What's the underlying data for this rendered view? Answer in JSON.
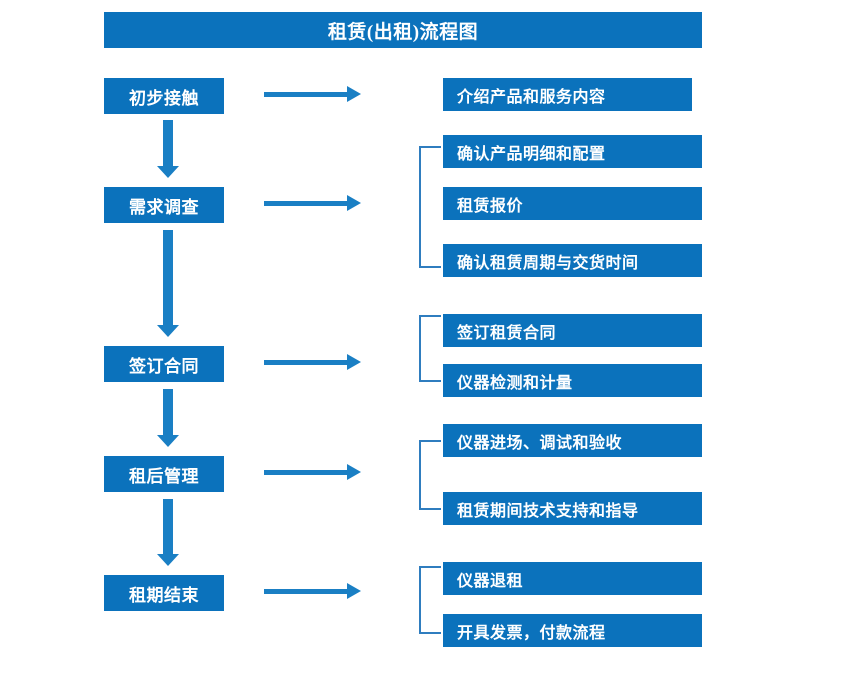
{
  "header": {
    "title": "租赁(出租)流程图"
  },
  "colors": {
    "box_blue": "#0b72bc",
    "arrow_blue": "#1a7fc4",
    "bracket_blue": "#2f7dbf",
    "text_white": "#ffffff",
    "background": "#ffffff"
  },
  "chart_data": {
    "type": "diagram",
    "title": "租赁(出租)流程图",
    "stages": [
      {
        "label": "初步接触",
        "details": [
          "介绍产品和服务内容"
        ]
      },
      {
        "label": "需求调查",
        "details": [
          "确认产品明细和配置",
          "租赁报价",
          "确认租赁周期与交货时间"
        ]
      },
      {
        "label": "签订合同",
        "details": [
          "签订租赁合同",
          "仪器检测和计量"
        ]
      },
      {
        "label": "租后管理",
        "details": [
          "仪器进场、调试和验收",
          "租赁期间技术支持和指导"
        ]
      },
      {
        "label": "租期结束",
        "details": [
          "仪器退租",
          "开具发票，付款流程"
        ]
      }
    ]
  },
  "stages": {
    "s0": {
      "label": "初步接触"
    },
    "s1": {
      "label": "需求调查"
    },
    "s2": {
      "label": "签订合同"
    },
    "s3": {
      "label": "租后管理"
    },
    "s4": {
      "label": "租期结束"
    }
  },
  "details": {
    "d0": {
      "label": "介绍产品和服务内容"
    },
    "d1": {
      "label": "确认产品明细和配置"
    },
    "d2": {
      "label": "租赁报价"
    },
    "d3": {
      "label": "确认租赁周期与交货时间"
    },
    "d4": {
      "label": "签订租赁合同"
    },
    "d5": {
      "label": "仪器检测和计量"
    },
    "d6": {
      "label": "仪器进场、调试和验收"
    },
    "d7": {
      "label": "租赁期间技术支持和指导"
    },
    "d8": {
      "label": "仪器退租"
    },
    "d9": {
      "label": "开具发票，付款流程"
    }
  }
}
